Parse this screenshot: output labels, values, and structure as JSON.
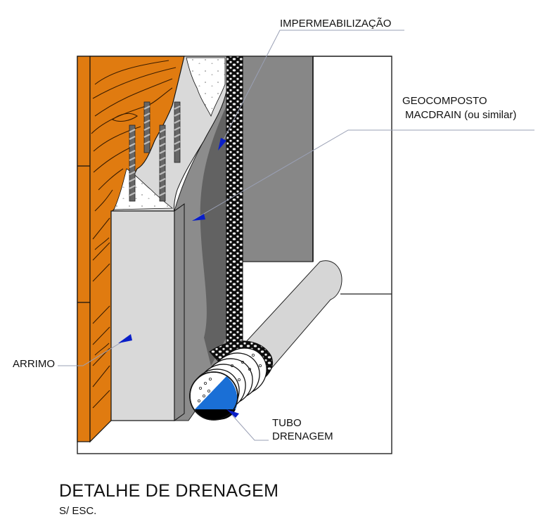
{
  "drawing": {
    "title": "DETALHE DE DRENAGEM",
    "scale_note": "S/ ESC.",
    "labels": {
      "waterproofing": "IMPERMEABILIZAÇÃO",
      "geocomposite_line1": "GEOCOMPOSTO",
      "geocomposite_line2": "MACDRAIN (ou similar)",
      "retaining_wall": "ARRIMO",
      "drain_pipe_line1": "TUBO",
      "drain_pipe_line2": "DRENAGEM"
    },
    "components": [
      {
        "id": "timber-formwork",
        "color": "#e07b10"
      },
      {
        "id": "concrete-wall-arrimo",
        "color": "#d9d9d9"
      },
      {
        "id": "reinforcement-bars",
        "color": "#6e6e6e"
      },
      {
        "id": "waterproofing-membrane",
        "color": "#7a7a7a"
      },
      {
        "id": "geocomposite-macdrain",
        "color": "#111111"
      },
      {
        "id": "backfill-soil",
        "color": "#8a8a8a"
      },
      {
        "id": "drain-pipe",
        "color": "#d6d6d6"
      },
      {
        "id": "leader-arrowheads",
        "color": "#0a1fc8"
      },
      {
        "id": "pipe-water-section",
        "color": "#1a6fd6"
      }
    ]
  }
}
